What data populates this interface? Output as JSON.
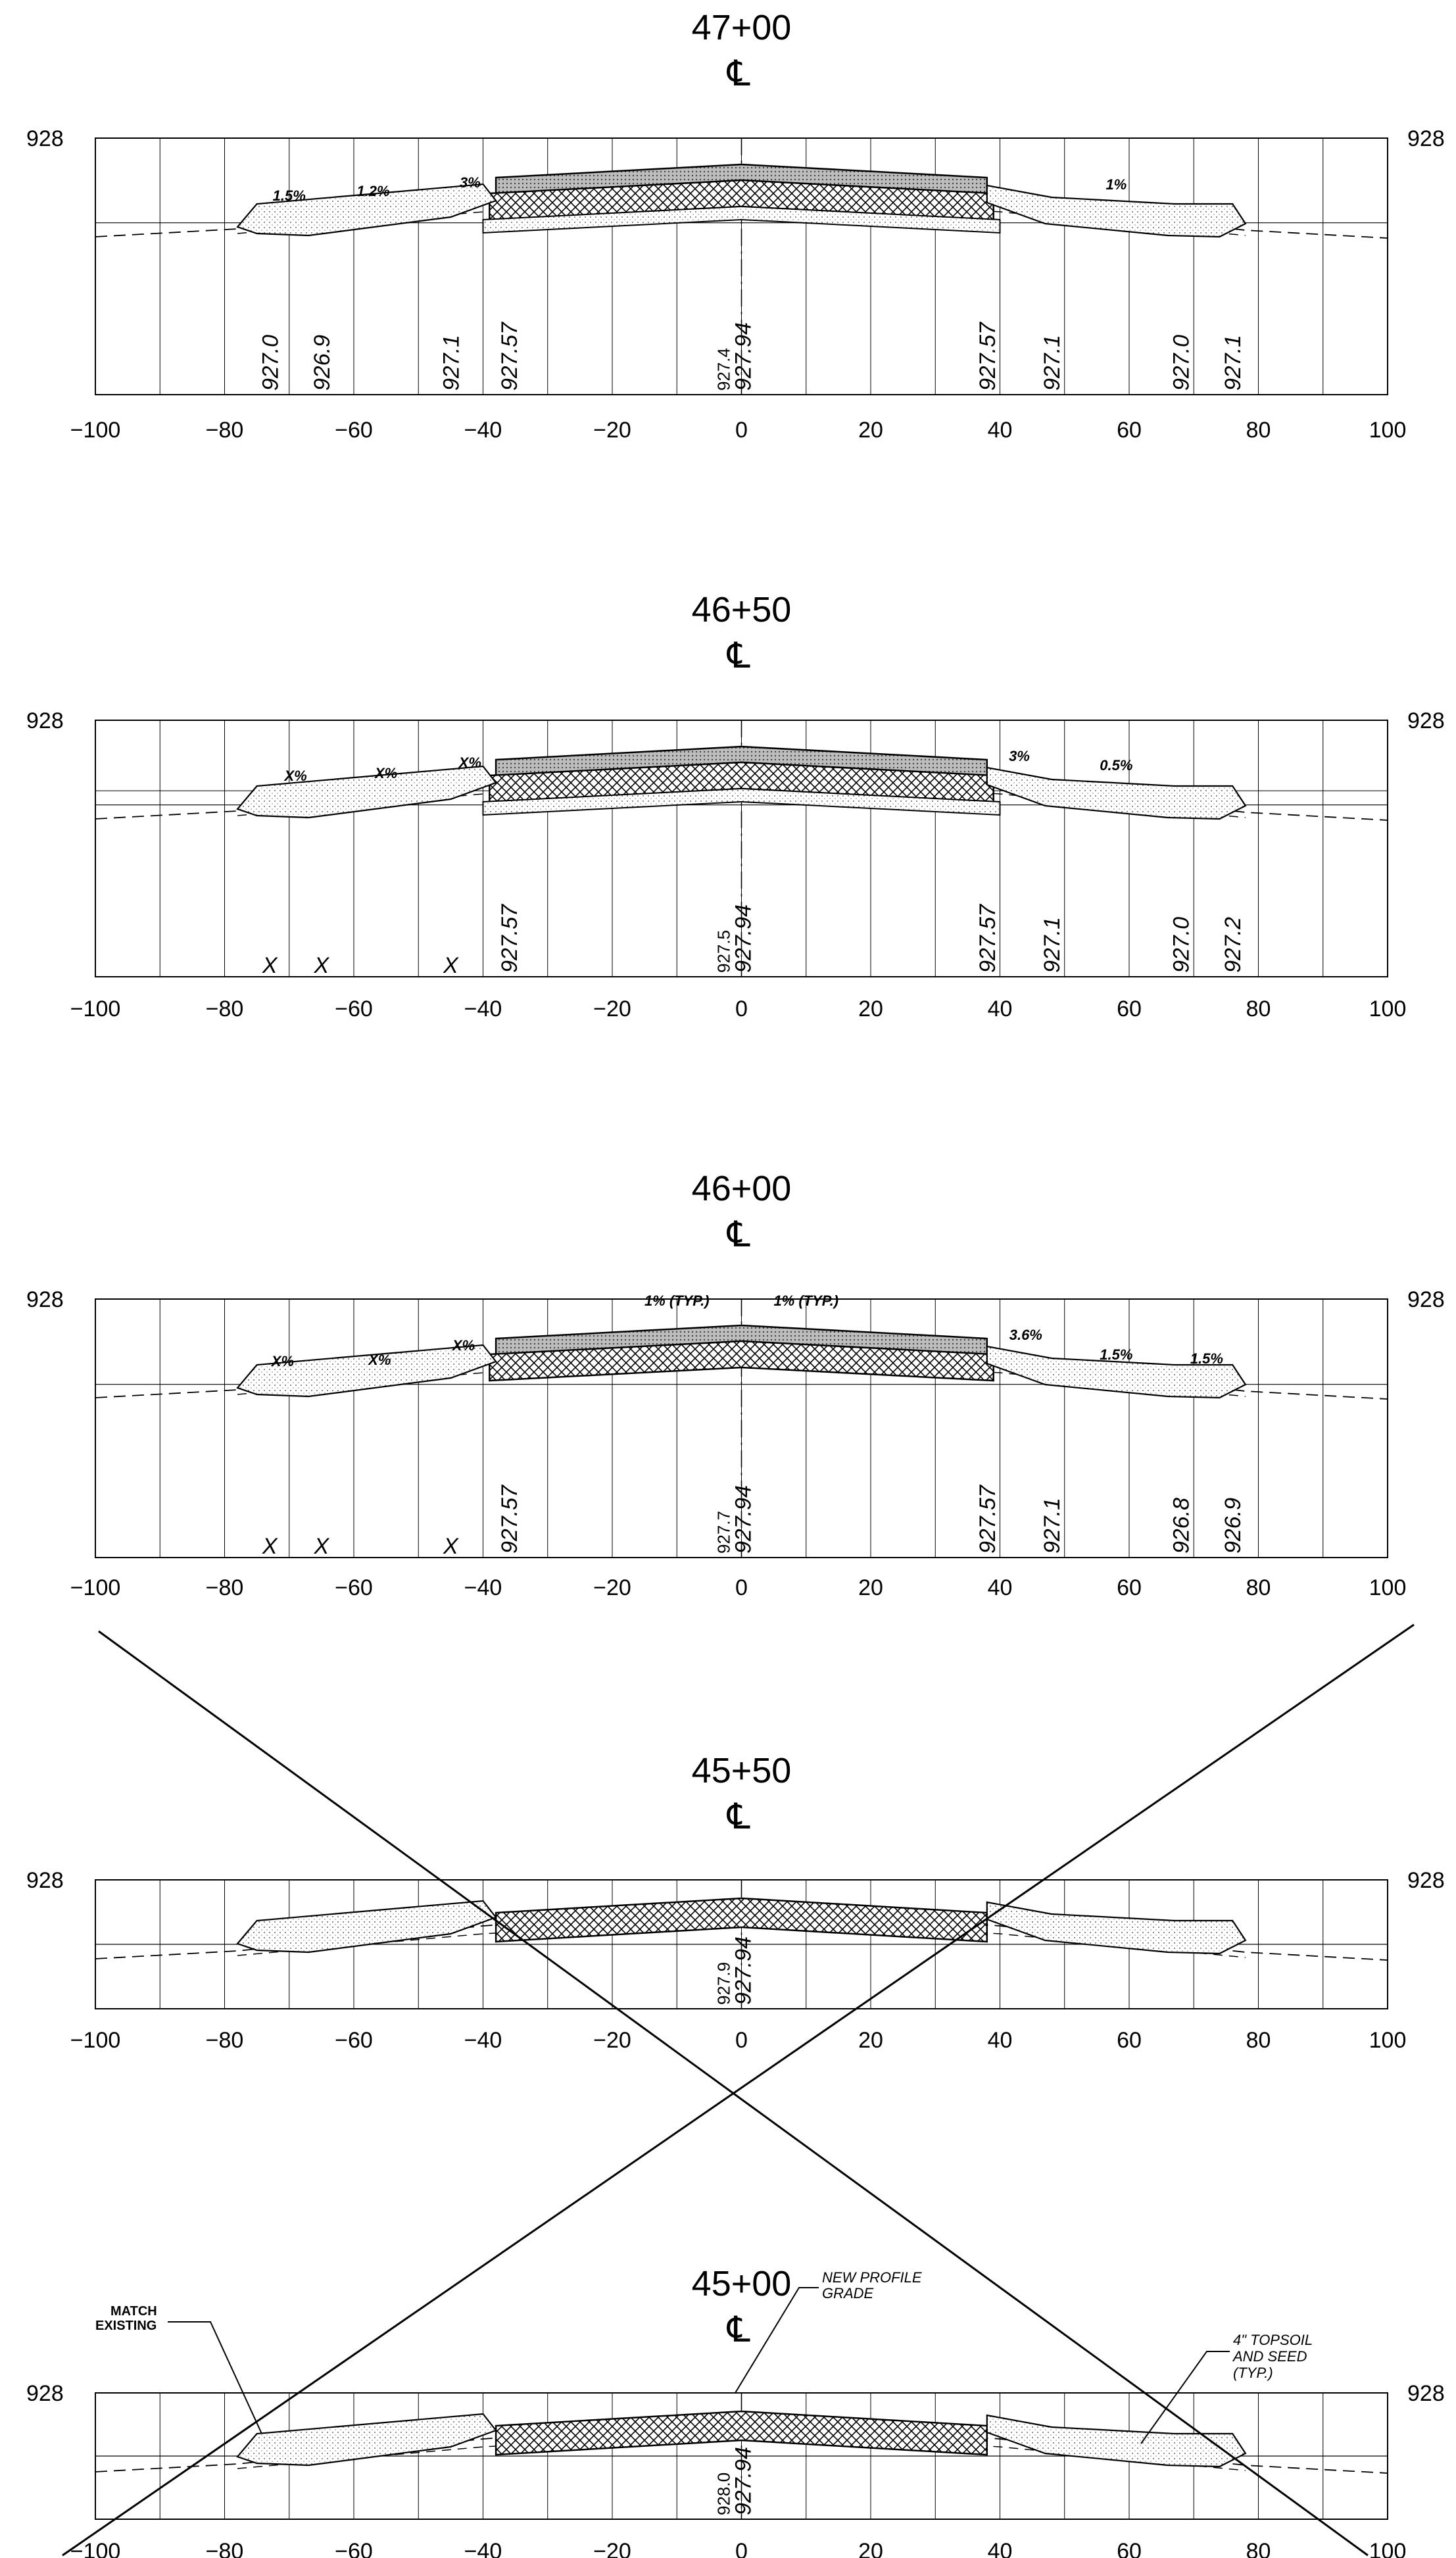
{
  "sections": [
    {
      "station": "47+00",
      "elevation_label": "928",
      "x_ticks": [
        "−100",
        "−80",
        "−60",
        "−40",
        "−20",
        "0",
        "20",
        "40",
        "60",
        "80",
        "100"
      ],
      "offset_labels": [
        "927.0",
        "926.9",
        "927.1",
        "927.57",
        "927.57",
        "927.1",
        "927.0",
        "927.1"
      ],
      "centerline_labels": [
        "927.4",
        "927.94"
      ],
      "slopes": [
        "1.5%",
        "1.2%",
        "3%",
        "1%"
      ],
      "existing_marks": []
    },
    {
      "station": "46+50",
      "elevation_label": "928",
      "x_ticks": [
        "−100",
        "−80",
        "−60",
        "−40",
        "−20",
        "0",
        "20",
        "40",
        "60",
        "80",
        "100"
      ],
      "offset_labels": [
        "927.57",
        "927.57",
        "927.1",
        "927.0",
        "927.2"
      ],
      "centerline_labels": [
        "927.5",
        "927.94"
      ],
      "slopes": [
        "X%",
        "X%",
        "X%",
        "3%",
        "0.5%"
      ],
      "existing_marks": [
        "X",
        "X",
        "X"
      ]
    },
    {
      "station": "46+00",
      "elevation_label": "928",
      "x_ticks": [
        "−100",
        "−80",
        "−60",
        "−40",
        "−20",
        "0",
        "20",
        "40",
        "60",
        "80",
        "100"
      ],
      "offset_labels": [
        "927.57",
        "927.57",
        "927.1",
        "926.8",
        "926.9"
      ],
      "centerline_labels": [
        "927.7",
        "927.94"
      ],
      "slopes": [
        "X%",
        "X%",
        "X%",
        "3.6%",
        "1.5%",
        "1.5%",
        "1% (TYP.)",
        "1% (TYP.)"
      ],
      "existing_marks": [
        "X",
        "X",
        "X"
      ]
    },
    {
      "station": "45+50",
      "elevation_label": "928",
      "x_ticks": [
        "−100",
        "−80",
        "−60",
        "−40",
        "−20",
        "0",
        "20",
        "40",
        "60",
        "80",
        "100"
      ],
      "offset_labels": [],
      "centerline_labels": [
        "927.9",
        "927.94"
      ],
      "slopes": [],
      "existing_marks": []
    },
    {
      "station": "45+00",
      "elevation_label": "928",
      "x_ticks": [
        "−100",
        "−80",
        "−60",
        "−40",
        "−20",
        "0",
        "20",
        "40",
        "60",
        "80",
        "100"
      ],
      "offset_labels": [],
      "centerline_labels": [
        "928.0",
        "927.94"
      ],
      "slopes": [],
      "existing_marks": []
    }
  ],
  "notes": {
    "new_profile_grade_line1": "NEW PROFILE",
    "new_profile_grade_line2": "GRADE",
    "match_existing_line1": "MATCH",
    "match_existing_line2": "EXISTING",
    "topsoil_line1": "4\" TOPSOIL",
    "topsoil_line2": "AND SEED",
    "topsoil_line3": "(TYP.)"
  },
  "centerline_symbol": "℄"
}
